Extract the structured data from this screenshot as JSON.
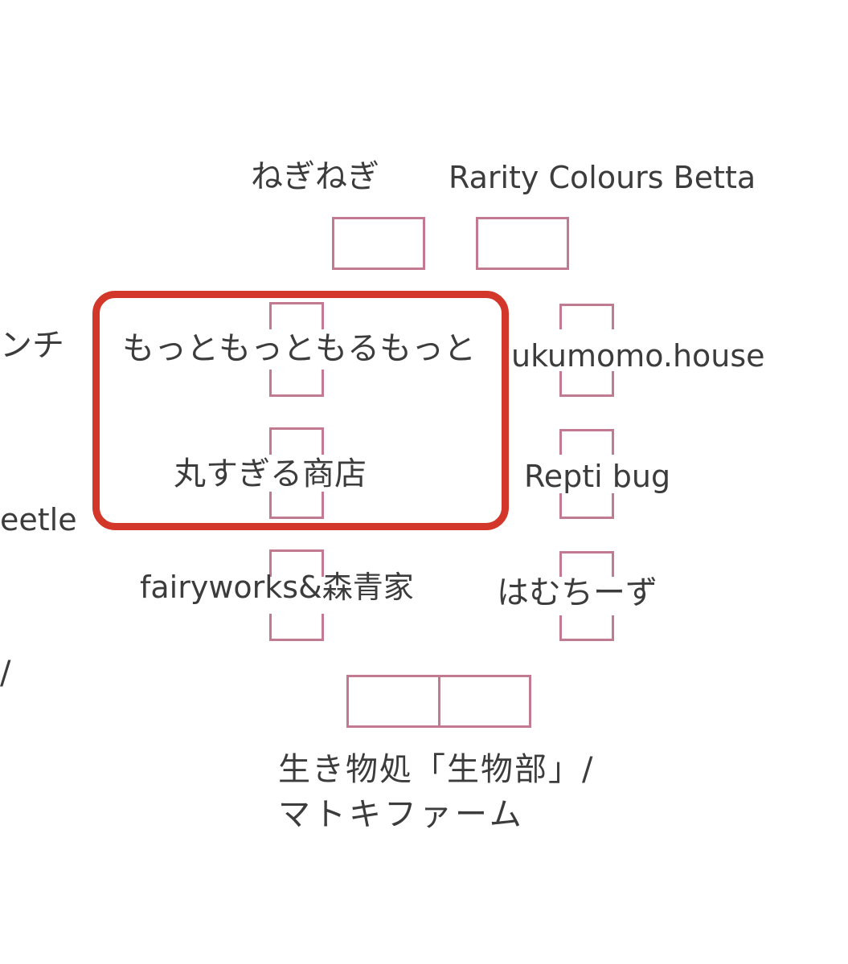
{
  "booths": {
    "negi": "ねぎねぎ",
    "rarity": "Rarity Colours Betta",
    "left_top_partial": "ンチ",
    "motto": "もっともっともるもっと",
    "fukumomo": "ukumomo.house",
    "marusugiru": "丸すぎる商店",
    "repti": "Repti bug",
    "left_bottom_partial": "eetle",
    "fairyworks": "fairyworks&森青家",
    "hamuchi": "はむちーず",
    "left_slash": "/",
    "ikimono_line1": "生き物処「生物部」/",
    "ikimono_line2": "マトキファーム"
  },
  "colors": {
    "booth_outline": "#c27a90",
    "highlight": "#d2372a",
    "text": "#3c3c3c"
  }
}
